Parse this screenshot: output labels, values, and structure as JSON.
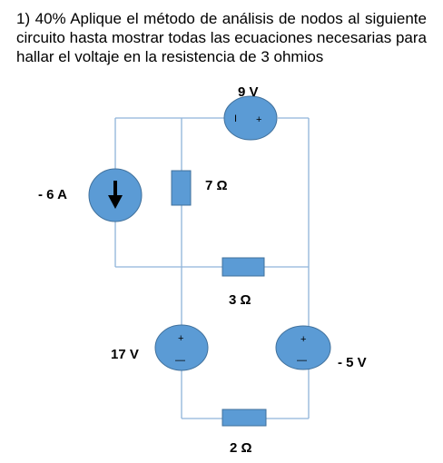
{
  "problem": {
    "text": "1) 40% Aplique el método de análisis de nodos al siguiente circuito hasta mostrar todas las ecuaciones necesarias para hallar el voltaje en la resistencia de 3 ohmios"
  },
  "circuit": {
    "source_9v": {
      "label": "9 V",
      "neg": "I",
      "pos": "+"
    },
    "current_source": {
      "label": "- 6 A"
    },
    "resistor_7": {
      "label": "7 Ω"
    },
    "resistor_3": {
      "label": "3 Ω"
    },
    "source_17v": {
      "label": "17 V",
      "pos": "+",
      "neg": "—"
    },
    "source_5v": {
      "label": "- 5 V",
      "pos": "+",
      "neg": "—"
    },
    "resistor_2": {
      "label": "2 Ω"
    }
  },
  "colors": {
    "wire": "#8fb4d9",
    "component_fill": "#5b9bd5",
    "component_stroke": "#41719c"
  }
}
